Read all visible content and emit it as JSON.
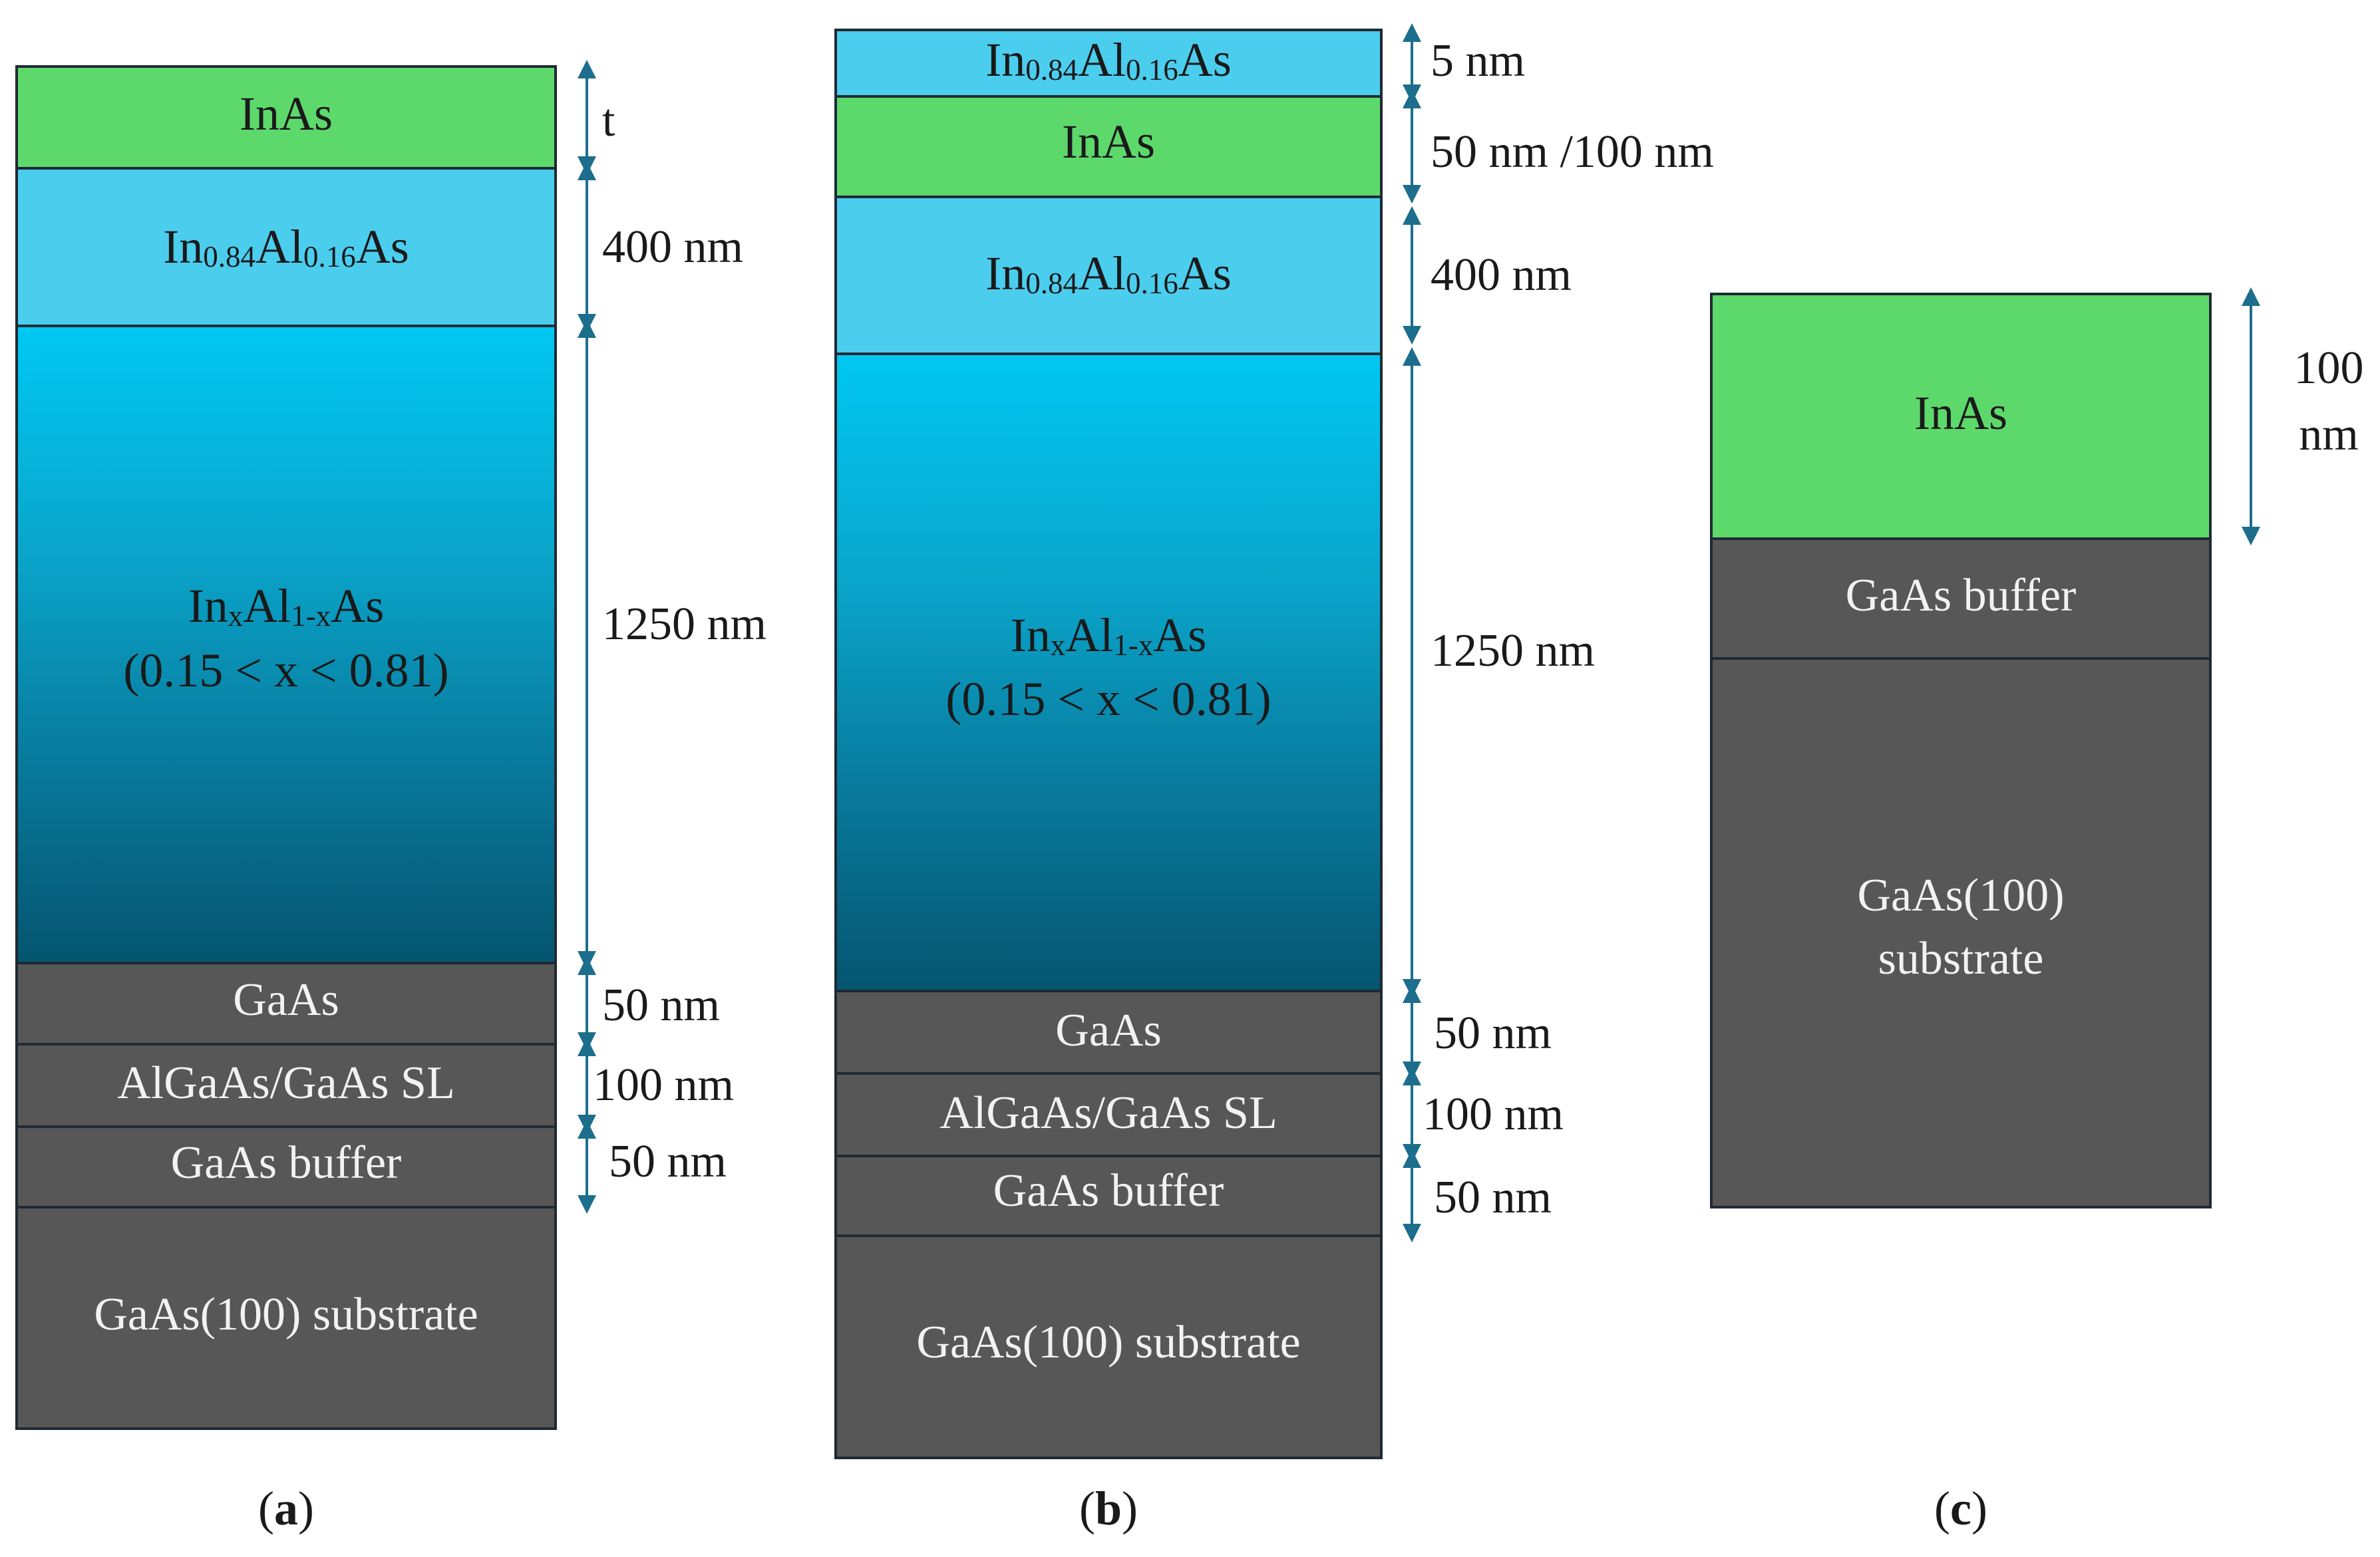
{
  "colors": {
    "inas": "#5dd96c",
    "in084": "#4bcdee",
    "grad_top": "#00c8f2",
    "grad_bottom": "#05556f",
    "gaas": "#575757",
    "outline": "#1f2a33",
    "arrow": "#1c6e8c",
    "text_dark": "#1a1a1a",
    "text_light": "#f2f2f2"
  },
  "panels": [
    {
      "id": "a",
      "caption": "a",
      "layers": [
        {
          "id": "inas",
          "kind": "inas",
          "lines": [
            [
              {
                "t": "InAs"
              }
            ]
          ]
        },
        {
          "id": "in084",
          "kind": "in084",
          "lines": [
            [
              {
                "t": "In"
              },
              {
                "t": "0.84",
                "sub": true
              },
              {
                "t": "Al"
              },
              {
                "t": "0.16",
                "sub": true
              },
              {
                "t": "As"
              }
            ]
          ]
        },
        {
          "id": "graded",
          "kind": "graded",
          "lines": [
            [
              {
                "t": "In"
              },
              {
                "t": "x",
                "sub": true
              },
              {
                "t": "Al"
              },
              {
                "t": "1-x",
                "sub": true
              },
              {
                "t": "As"
              }
            ],
            [
              {
                "t": "(0.15 < x < 0.81)"
              }
            ]
          ]
        },
        {
          "id": "gaas",
          "kind": "gaas",
          "lines": [
            [
              {
                "t": "GaAs"
              }
            ]
          ]
        },
        {
          "id": "sl",
          "kind": "gaas",
          "lines": [
            [
              {
                "t": "AlGaAs/GaAs SL"
              }
            ]
          ]
        },
        {
          "id": "buffer",
          "kind": "gaas",
          "lines": [
            [
              {
                "t": "GaAs buffer"
              }
            ]
          ]
        },
        {
          "id": "substrate",
          "kind": "gaas",
          "lines": [
            [
              {
                "t": "GaAs(100) substrate"
              }
            ]
          ]
        }
      ],
      "dims": [
        {
          "id": "t",
          "lines": [
            "t"
          ]
        },
        {
          "id": "400",
          "lines": [
            "400 nm"
          ]
        },
        {
          "id": "1250",
          "lines": [
            "1250 nm"
          ]
        },
        {
          "id": "50a",
          "lines": [
            "50 nm"
          ]
        },
        {
          "id": "100",
          "lines": [
            "100 nm"
          ]
        },
        {
          "id": "50b",
          "lines": [
            "50 nm"
          ]
        }
      ]
    },
    {
      "id": "b",
      "caption": "b",
      "layers": [
        {
          "id": "cap",
          "kind": "in084",
          "lines": [
            [
              {
                "t": "In"
              },
              {
                "t": "0.84",
                "sub": true
              },
              {
                "t": "Al"
              },
              {
                "t": "0.16",
                "sub": true
              },
              {
                "t": "As"
              }
            ]
          ]
        },
        {
          "id": "inas",
          "kind": "inas",
          "lines": [
            [
              {
                "t": "InAs"
              }
            ]
          ]
        },
        {
          "id": "in084",
          "kind": "in084",
          "lines": [
            [
              {
                "t": "In"
              },
              {
                "t": "0.84",
                "sub": true
              },
              {
                "t": "Al"
              },
              {
                "t": "0.16",
                "sub": true
              },
              {
                "t": "As"
              }
            ]
          ]
        },
        {
          "id": "graded",
          "kind": "graded",
          "lines": [
            [
              {
                "t": "In"
              },
              {
                "t": "x",
                "sub": true
              },
              {
                "t": "Al"
              },
              {
                "t": "1-x",
                "sub": true
              },
              {
                "t": "As"
              }
            ],
            [
              {
                "t": "(0.15 < x < 0.81)"
              }
            ]
          ]
        },
        {
          "id": "gaas",
          "kind": "gaas",
          "lines": [
            [
              {
                "t": "GaAs"
              }
            ]
          ]
        },
        {
          "id": "sl",
          "kind": "gaas",
          "lines": [
            [
              {
                "t": "AlGaAs/GaAs SL"
              }
            ]
          ]
        },
        {
          "id": "buffer",
          "kind": "gaas",
          "lines": [
            [
              {
                "t": "GaAs buffer"
              }
            ]
          ]
        },
        {
          "id": "substrate",
          "kind": "gaas",
          "lines": [
            [
              {
                "t": "GaAs(100) substrate"
              }
            ]
          ]
        }
      ],
      "dims": [
        {
          "id": "5",
          "lines": [
            "5 nm"
          ]
        },
        {
          "id": "50-100",
          "lines": [
            "50 nm /100 nm"
          ]
        },
        {
          "id": "400",
          "lines": [
            "400 nm"
          ]
        },
        {
          "id": "1250",
          "lines": [
            "1250 nm"
          ]
        },
        {
          "id": "50a",
          "lines": [
            "50 nm"
          ]
        },
        {
          "id": "100",
          "lines": [
            "100 nm"
          ]
        },
        {
          "id": "50b",
          "lines": [
            "50 nm"
          ]
        }
      ]
    },
    {
      "id": "c",
      "caption": "c",
      "layers": [
        {
          "id": "inas",
          "kind": "inas",
          "lines": [
            [
              {
                "t": "InAs"
              }
            ]
          ]
        },
        {
          "id": "buffer",
          "kind": "gaas",
          "lines": [
            [
              {
                "t": "GaAs buffer"
              }
            ]
          ]
        },
        {
          "id": "substrate",
          "kind": "gaas",
          "lines": [
            [
              {
                "t": "GaAs(100)"
              }
            ],
            [
              {
                "t": "substrate"
              }
            ]
          ]
        }
      ],
      "dims": [
        {
          "id": "100",
          "lines": [
            "100",
            "nm"
          ]
        }
      ]
    }
  ]
}
